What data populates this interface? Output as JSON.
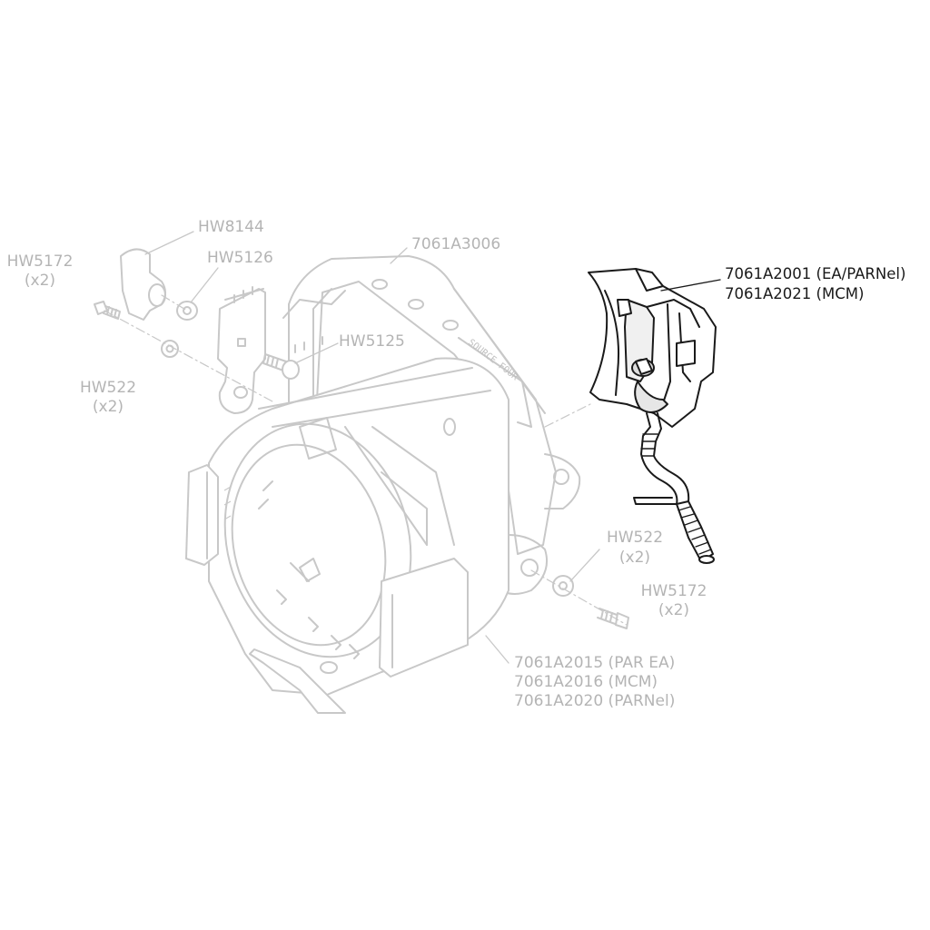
{
  "labels": {
    "hw8144": "HW8144",
    "hw5126": "HW5126",
    "hw5172_left": "HW5172",
    "hw5172_left_qty": "(x2)",
    "hw522_left": "HW522",
    "hw522_left_qty": "(x2)",
    "hw5125": "HW5125",
    "yoke": "7061A3006",
    "highlight_1": "7061A2001 (EA/PARNel)",
    "highlight_2": "7061A2021 (MCM)",
    "hw522_right": "HW522",
    "hw522_right_qty": "(x2)",
    "hw5172_right": "HW5172",
    "hw5172_right_qty": "(x2)",
    "body_1": "7061A2015 (PAR EA)",
    "body_2": "7061A2016 (MCM)",
    "body_3": "7061A2020 (PARNel)",
    "yoke_print": "SOURCE FOUR"
  },
  "colors": {
    "faded_line": "#c8c8c8",
    "faded_text": "#b4b4b4",
    "highlight_line": "#1a1a1a",
    "highlight_fill": "#ffffff",
    "shade": "#eeeeee"
  }
}
